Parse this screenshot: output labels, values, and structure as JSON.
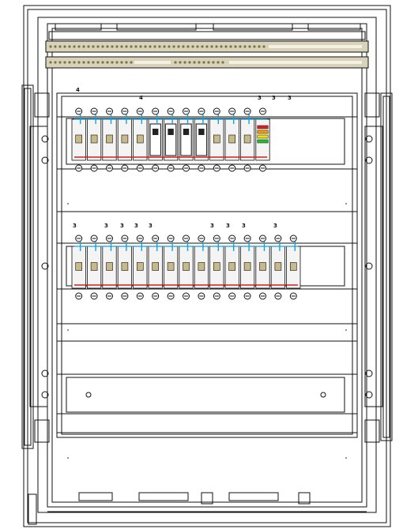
{
  "colors": {
    "line": "#111111",
    "busbar_bg": "#d8d3b8",
    "busbar_dot": "#7a7250",
    "busbar_stripe": "#f3f1e6",
    "wire_blue": "#1aa0d8",
    "wire_red": "#d11f1f",
    "wire_dark": "#333333",
    "device_fill": "#f4f4f4",
    "terminal_tan": "#c8b98a",
    "indicator_red": "#e02020",
    "indicator_orange": "#f5a000",
    "indicator_yellow": "#f4e000",
    "indicator_green": "#22c030"
  },
  "rows": [
    {
      "name": "row-1",
      "labels": [
        "4",
        "4",
        "3",
        "3",
        "3"
      ],
      "modules": [
        {
          "kind": "rcbo",
          "poles": 4
        },
        {
          "kind": "breaker",
          "poles": 1
        },
        {
          "kind": "breaker",
          "poles": 1
        },
        {
          "kind": "breaker",
          "poles": 1
        },
        {
          "kind": "breaker",
          "poles": 1
        },
        {
          "kind": "fuse",
          "poles": 1
        },
        {
          "kind": "fuse",
          "poles": 1
        },
        {
          "kind": "fuse",
          "poles": 1
        },
        {
          "kind": "fuse",
          "poles": 1
        },
        {
          "kind": "breaker",
          "poles": 1
        },
        {
          "kind": "breaker",
          "poles": 1
        },
        {
          "kind": "breaker",
          "poles": 1
        },
        {
          "kind": "indicator",
          "poles": 1
        }
      ]
    },
    {
      "name": "row-2",
      "labels": [
        "3",
        "3",
        "3",
        "3",
        "3",
        "3",
        "3",
        "3",
        "3"
      ],
      "modules": [
        {
          "kind": "rcbo",
          "poles": 1
        },
        {
          "kind": "breaker",
          "poles": 1
        },
        {
          "kind": "breaker",
          "poles": 1
        },
        {
          "kind": "breaker",
          "poles": 1
        },
        {
          "kind": "breaker",
          "poles": 1
        },
        {
          "kind": "breaker",
          "poles": 1
        },
        {
          "kind": "breaker",
          "poles": 1
        },
        {
          "kind": "breaker",
          "poles": 1
        },
        {
          "kind": "breaker",
          "poles": 1
        },
        {
          "kind": "breaker",
          "poles": 1
        },
        {
          "kind": "breaker",
          "poles": 1
        },
        {
          "kind": "breaker",
          "poles": 1
        },
        {
          "kind": "breaker",
          "poles": 1
        },
        {
          "kind": "breaker",
          "poles": 1
        },
        {
          "kind": "breaker",
          "poles": 1
        }
      ]
    },
    {
      "name": "row-3",
      "labels": [],
      "modules": []
    }
  ]
}
